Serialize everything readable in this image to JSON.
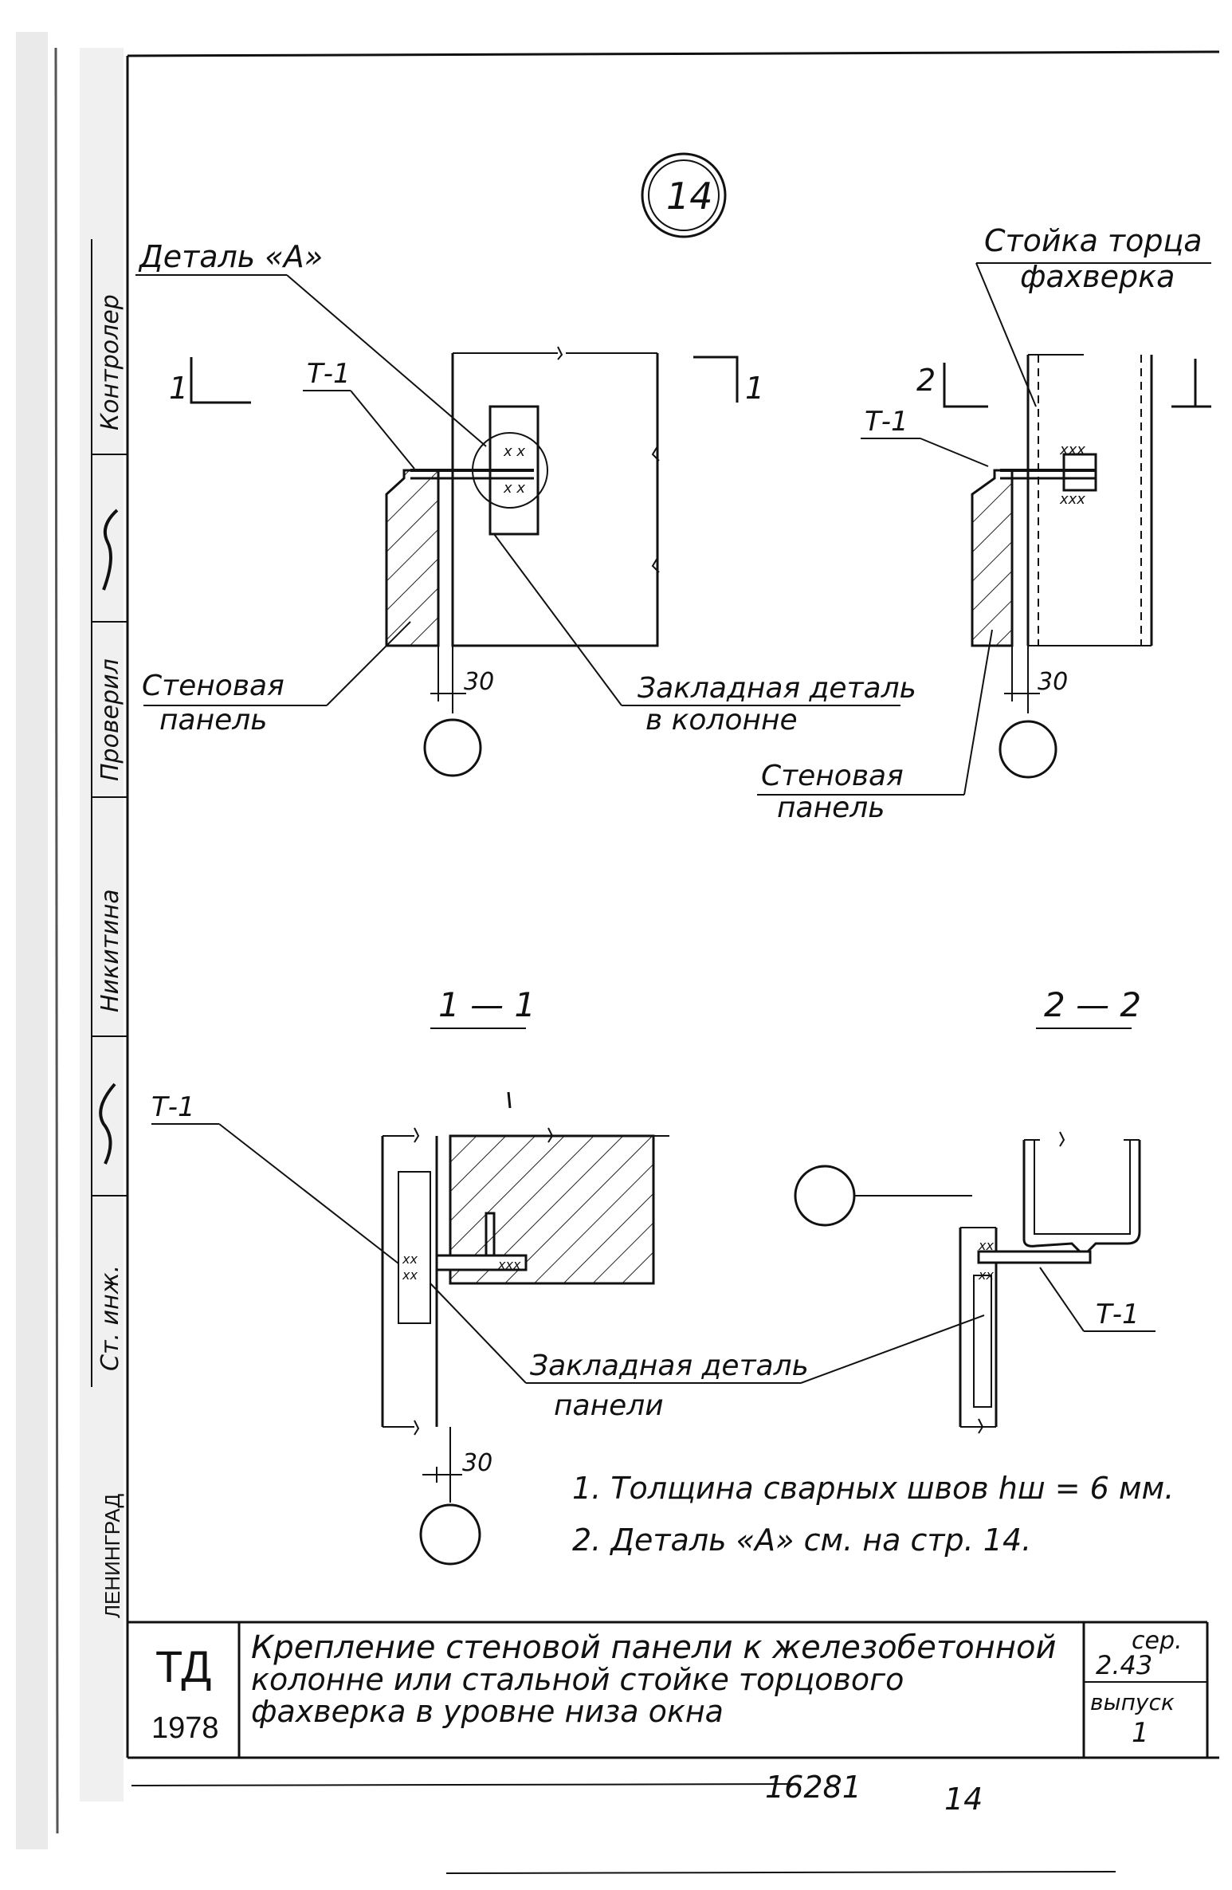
{
  "sheet_number": "14",
  "top_left": {
    "detail_a": "Деталь «A»",
    "t1": "Т-1",
    "cut_1": "1",
    "dim_30": "30",
    "wall_panel_line1": "Стеновая",
    "wall_panel_line2": "панель",
    "embedded_line1": "Закладная деталь",
    "embedded_line2": "в колонне"
  },
  "top_right": {
    "post_line1": "Стойка торца",
    "post_line2": "фахверка",
    "cut_2": "2",
    "t1": "Т-1",
    "dim_30": "30",
    "wall_panel_line1": "Стеновая",
    "wall_panel_line2": "панель"
  },
  "section_1_1": "1 — 1",
  "section_2_2": "2 — 2",
  "bottom_left": {
    "t1": "Т-1",
    "embedded_line1": "Закладная деталь",
    "embedded_line2": "панели",
    "dim_30": "30"
  },
  "bottom_right": {
    "t1": "Т-1"
  },
  "notes": [
    "1. Толщина сварных швов hш = 6 мм.",
    "2. Деталь «А» см. на стр. 14."
  ],
  "left_margin": {
    "kontrol": "Контролер",
    "proveril": "Проверил",
    "nikitina": "Никитина",
    "st_inzh": "Ст. инж.",
    "city": "ЛЕНИНГРАД"
  },
  "title_block": {
    "org": "ТД",
    "year": "1978",
    "title_line1": "Крепление стеновой панели к железобетонной",
    "title_line2": "колонне или стальной стойке торцового",
    "title_line3": "фахверка в уровне низа окна",
    "series_label": "сер.",
    "series_value": "2.43",
    "issue_label": "выпуск",
    "issue_value": "1"
  },
  "footer": {
    "doc_number": "16281",
    "page": "14"
  }
}
